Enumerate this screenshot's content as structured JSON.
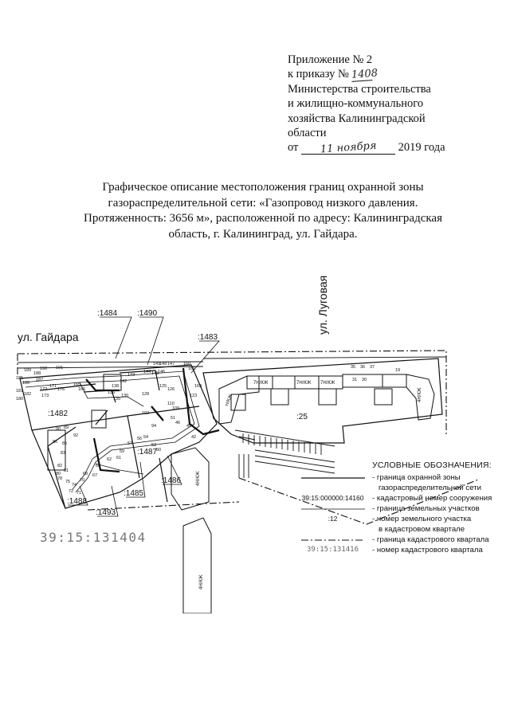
{
  "header": {
    "line1": "Приложение № 2",
    "line2_prefix": "к приказу №",
    "order_number": "1408",
    "line3": "Министерства строительства",
    "line4": "и жилищно-коммунального",
    "line5": "хозяйства Калининградской",
    "line6": "области",
    "date_prefix": "от",
    "date_handwritten": "11 ноября",
    "date_suffix": "2019 года"
  },
  "title": "Графическое описание местоположения границ охранной зоны газораспределительной сети: «Газопровод низкого давления. Протяженность: 3656 м», расположенной по адресу: Калининградская область, г. Калининград, ул. Гайдара.",
  "map": {
    "street_gaidara": "ул. Гайдара",
    "street_lugovaya": "ул. Луговая",
    "quarter_number": "39:15:131404",
    "parcels": [
      ":1484",
      ":1490",
      ":1483",
      ":1482",
      ":1487",
      ":1486",
      ":1485",
      ":1488",
      ":1493",
      ":25"
    ],
    "building_marks": [
      "Н/КЖ",
      "7Н/КЖ",
      "7Н/КЖ",
      "7Н/КЖ",
      "4Н/КЖ",
      "4Н/КЖ",
      "4Н/КЖ"
    ],
    "point_numbers": [
      "189",
      "190",
      "191",
      "188",
      "185",
      "186",
      "187",
      "181",
      "182",
      "180",
      "172",
      "173",
      "171",
      "176",
      "165",
      "166",
      "142",
      "143",
      "144",
      "145",
      "146",
      "138",
      "136",
      "135",
      "130",
      "128",
      "125",
      "126",
      "160",
      "161",
      "163",
      "123",
      "110",
      "109",
      "102",
      "94",
      "92",
      "90",
      "89",
      "86",
      "85",
      "83",
      "82",
      "81",
      "80",
      "78",
      "75",
      "74",
      "72",
      "71",
      "70",
      "68",
      "67",
      "66",
      "62",
      "61",
      "59",
      "57",
      "56",
      "54",
      "53",
      "50",
      "51",
      "46",
      "45",
      "42",
      "149",
      "148",
      "147",
      "35",
      "36",
      "37",
      "31",
      "30",
      "19"
    ]
  },
  "legend": {
    "title": "УСЛОВНЫЕ ОБОЗНАЧЕНИЯ:",
    "items": [
      {
        "symbol": "",
        "text": "- граница охранной зоны"
      },
      {
        "symbol": "",
        "text": "газораспределительной сети"
      },
      {
        "symbol": "39:15:000000:14160",
        "text": "- кадастровый номер сооружения"
      },
      {
        "symbol": "",
        "text": "- граница земельных участков"
      },
      {
        "symbol": ":12",
        "text": "- номер земельного участка"
      },
      {
        "symbol": "",
        "text": "в кадастровом квартале"
      },
      {
        "symbol": "",
        "text": "- граница кадастрового квартала"
      },
      {
        "symbol": "39:15:131416",
        "text": "- номер кадастрового квартала"
      }
    ]
  }
}
